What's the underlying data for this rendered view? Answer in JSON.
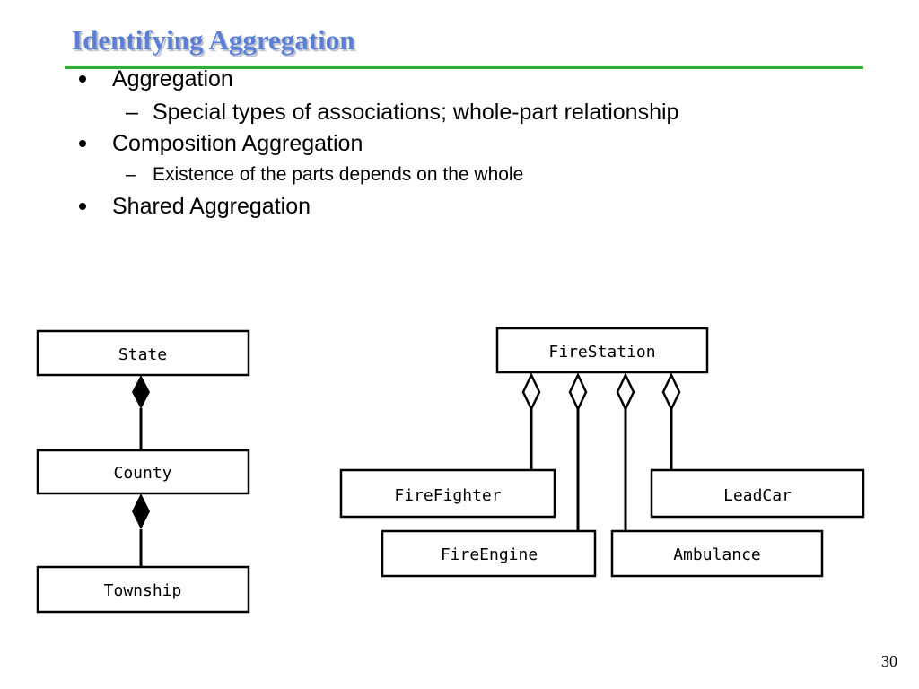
{
  "slide": {
    "title": "Identifying Aggregation",
    "page_number": "30",
    "title_color": "#5b7fd6",
    "rule_color": "#2fae2f"
  },
  "bullets": [
    {
      "text": "Aggregation",
      "sub": "Special types of associations; whole-part relationship"
    },
    {
      "text": "Composition Aggregation",
      "sub": "Existence of the parts depends on the whole"
    },
    {
      "text": "Shared Aggregation"
    }
  ],
  "diagram": {
    "composition": {
      "kind": "filled-diamond",
      "classes": [
        "State",
        "County",
        "Township"
      ]
    },
    "shared": {
      "kind": "hollow-diamond",
      "whole": "FireStation",
      "parts": [
        "FireFighter",
        "FireEngine",
        "Ambulance",
        "LeadCar"
      ]
    }
  }
}
